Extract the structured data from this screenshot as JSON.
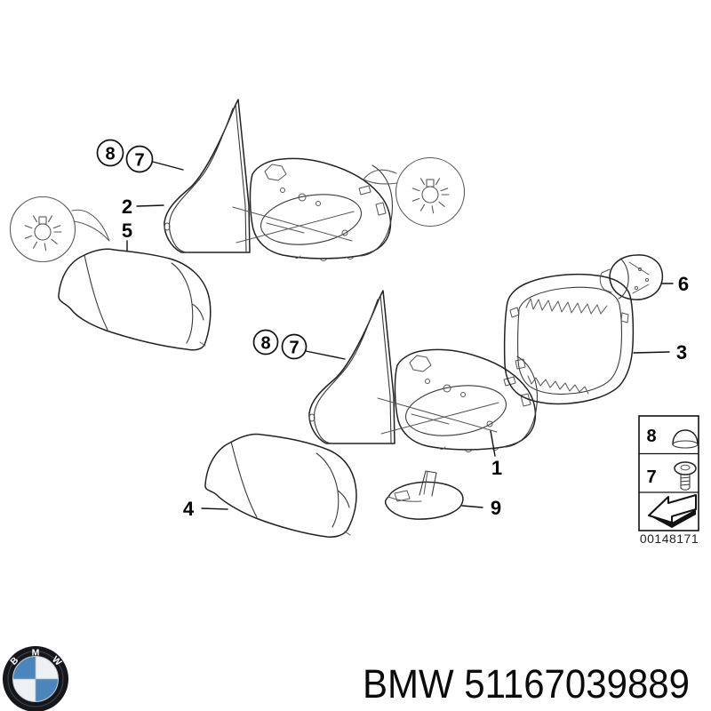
{
  "callouts": {
    "top_pair": {
      "eight": "8",
      "seven": "7"
    },
    "mid_pair": {
      "eight": "8",
      "seven": "7"
    },
    "labels": {
      "l1": "1",
      "l2": "2",
      "l3": "3",
      "l4": "4",
      "l5": "5",
      "l6": "6",
      "l9": "9"
    }
  },
  "legend": {
    "cap": "8",
    "screw": "7",
    "code": "00148171"
  },
  "footer": {
    "part_text": "BMW 51167039889",
    "logo": {
      "b": "B",
      "m": "M",
      "w": "W"
    }
  },
  "colors": {
    "line": "#222222",
    "bmw_blue": "#4a86bb",
    "logo_ring": "#15171a"
  }
}
